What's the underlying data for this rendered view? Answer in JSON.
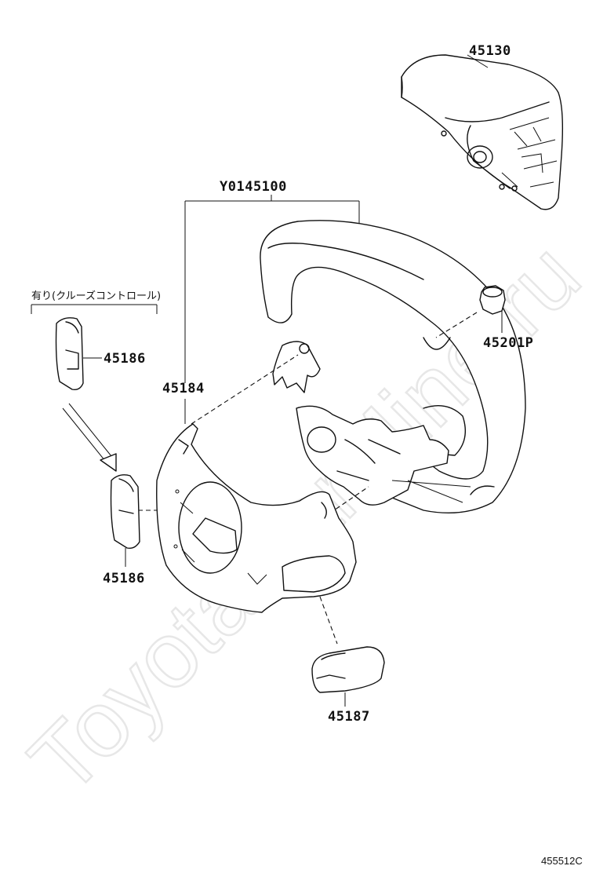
{
  "watermark": "ToyotaCarMine.ru",
  "figure_code": "455512C",
  "note": "有り(クルーズコントロール)",
  "labels": {
    "pad": "45130",
    "assembly": "Y0145100",
    "nut": "45201P",
    "switch_upper": "45186",
    "cover": "45184",
    "switch_lower": "45186",
    "lower_cover": "45187"
  }
}
